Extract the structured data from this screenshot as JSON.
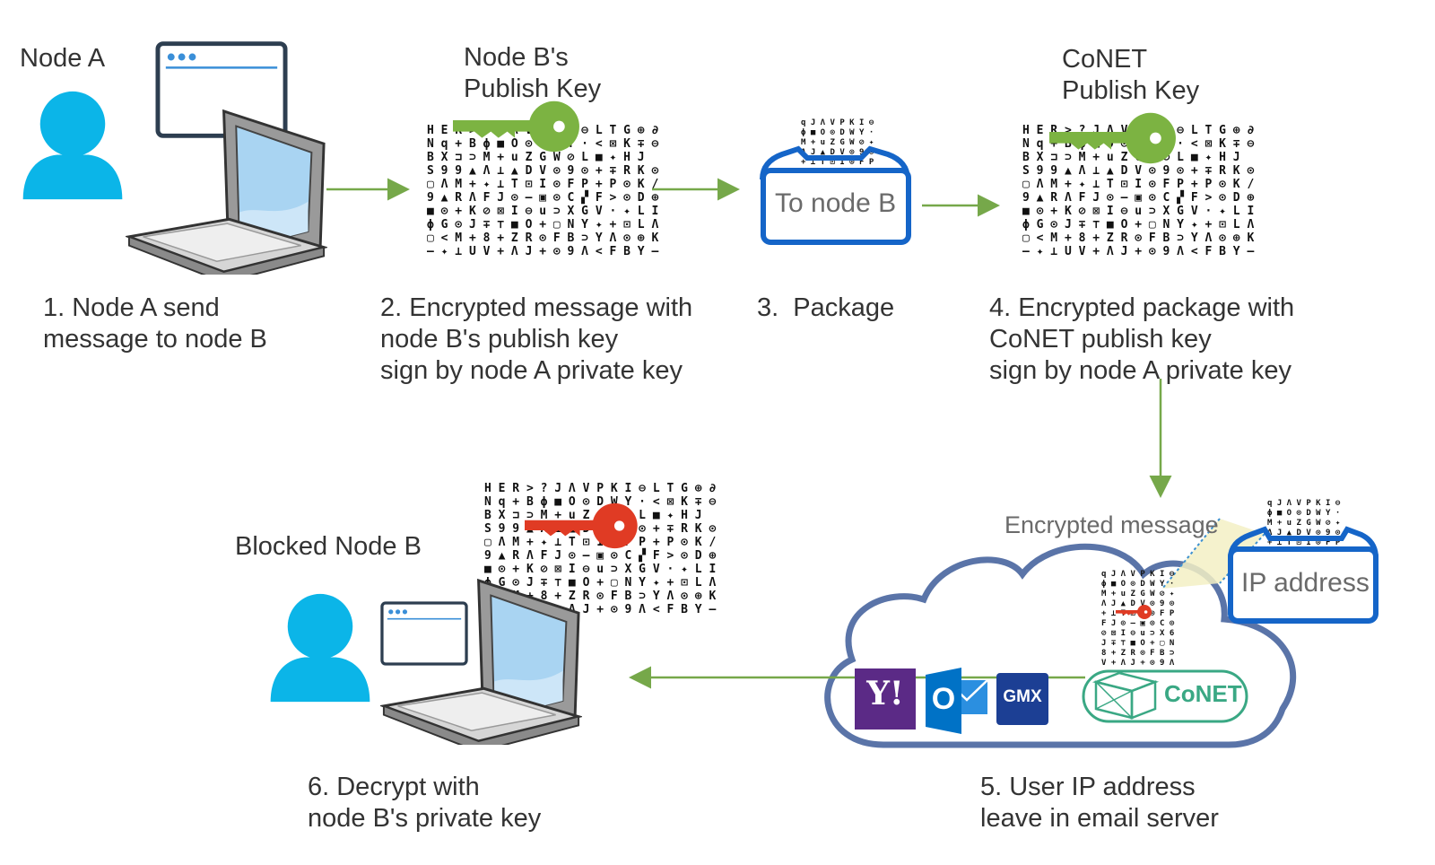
{
  "nodes": {
    "node_a": "Node A",
    "blocked_node_b": "Blocked Node B"
  },
  "keys": {
    "node_b_key": [
      "Node B's",
      "Publish Key"
    ],
    "conet_key": [
      "CoNET",
      "Publish Key"
    ]
  },
  "package": {
    "to_label": "To node B",
    "ip_label": "IP address",
    "encrypted_label": "Encrypted message"
  },
  "services": {
    "yahoo": "Y!",
    "outlook": "O",
    "gmx": "GMX",
    "conet": "CoNET"
  },
  "steps": [
    [
      "1. Node A send",
      "message to node B"
    ],
    [
      "2. Encrypted message with",
      "node B's publish key",
      "sign by node A private key"
    ],
    [
      "3.  Package"
    ],
    [
      "4. Encrypted package with",
      "CoNET publish key",
      "sign by node A private key"
    ],
    [
      "5. User IP address",
      "leave in email server"
    ],
    [
      "6. Decrypt with",
      "node B's private key"
    ]
  ],
  "colors": {
    "person": "#0bb5e8",
    "green_key": "#7cb342",
    "red_key": "#e03b24",
    "arrow": "#76a84a",
    "blue_box": "#1565c8",
    "cloud": "#5a74a8",
    "yahoo": "#5b2a86",
    "outlook": "#0072c6",
    "gmx": "#1c3f94",
    "conet": "#3aa884"
  },
  "icons": [
    "person-icon",
    "laptop-icon",
    "browser-window-icon",
    "key-icon",
    "cipher-text-icon",
    "envelope-icon",
    "cloud-icon",
    "spotlight-icon"
  ]
}
